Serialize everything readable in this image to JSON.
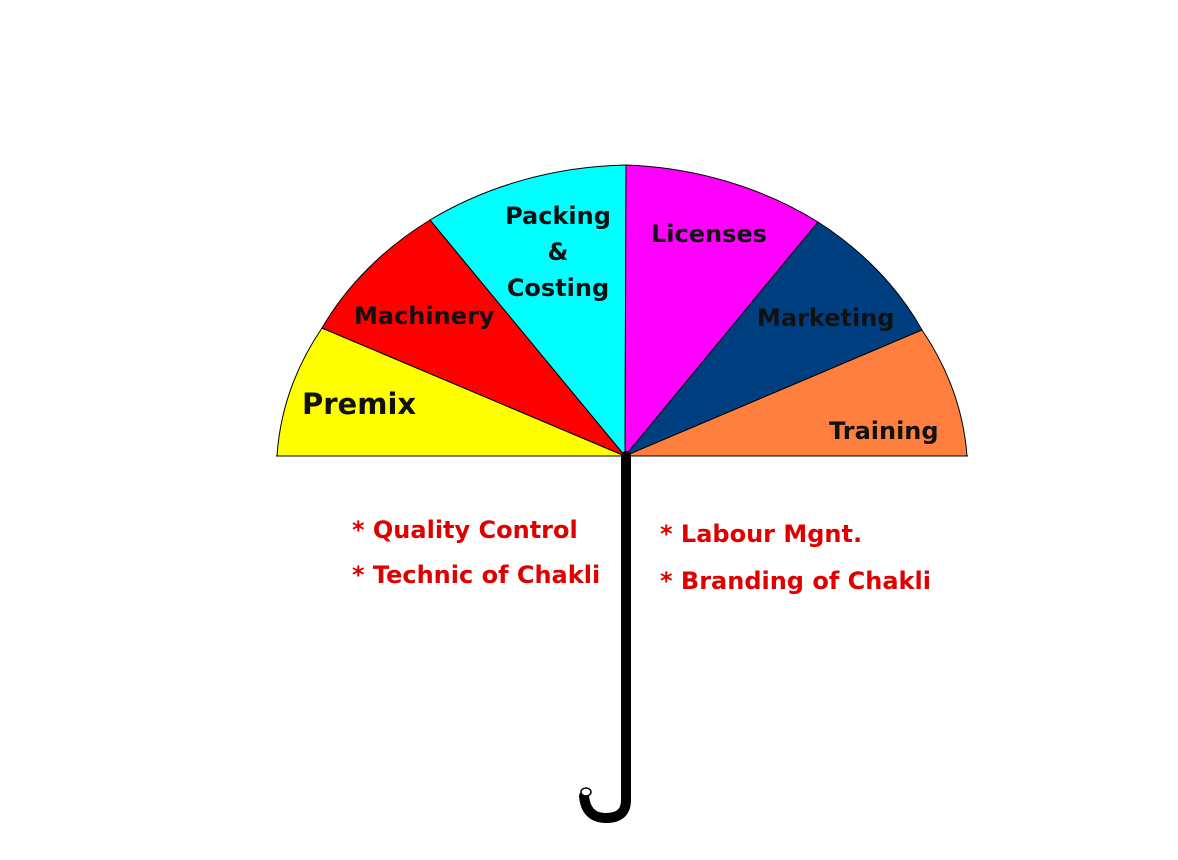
{
  "canopy": {
    "segments": [
      {
        "id": "premix",
        "lines": [
          "Premix"
        ],
        "color": "#ffff00"
      },
      {
        "id": "machinery",
        "lines": [
          "Machinery"
        ],
        "color": "#ff0000"
      },
      {
        "id": "packing",
        "lines": [
          "Packing",
          "&",
          "Costing"
        ],
        "color": "#00ffff"
      },
      {
        "id": "licenses",
        "lines": [
          "Licenses"
        ],
        "color": "#ff00ff"
      },
      {
        "id": "marketing",
        "lines": [
          "Marketing"
        ],
        "color": "#003f7f"
      },
      {
        "id": "training",
        "lines": [
          "Training"
        ],
        "color": "#ff7f3f"
      }
    ]
  },
  "notes": {
    "left": [
      "* Quality Control",
      "* Technic of Chakli"
    ],
    "right": [
      "* Labour Mgnt.",
      "* Branding of Chakli"
    ]
  },
  "colors": {
    "notes": "#e00000",
    "handle": "#000000",
    "outline": "#000000"
  }
}
